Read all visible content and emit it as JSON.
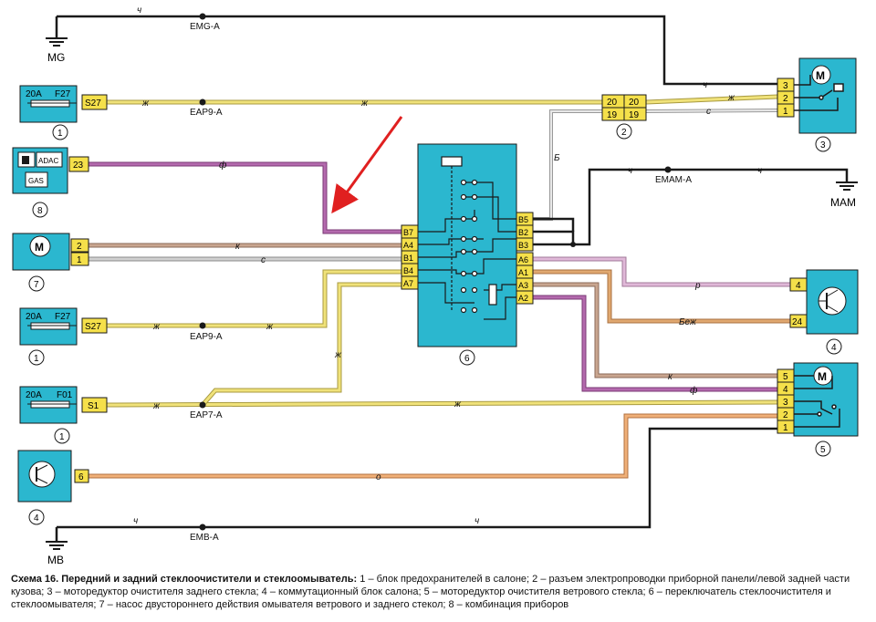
{
  "ground_labels": {
    "mg": "MG",
    "mam": "MAM",
    "mb": "MB"
  },
  "splice_labels": {
    "emg": "EMG-A",
    "eap9_top": "EAP9-A",
    "emam": "EMAM-A",
    "eap9_mid": "EAP9-A",
    "eap7": "EAP7-A",
    "emb": "EMB-A"
  },
  "wire_letters": {
    "ch": "ч",
    "zh": "ж",
    "f": "ф",
    "k": "к",
    "s": "с",
    "b": "Б",
    "r": "р",
    "bezh": "Беж",
    "o": "о"
  },
  "fuse_top": {
    "rating": "20A",
    "name": "F27",
    "pin": "S27",
    "number": "1"
  },
  "fuse_mid": {
    "rating": "20A",
    "name": "F27",
    "pin": "S27",
    "number": "1"
  },
  "fuse_low": {
    "rating": "20A",
    "name": "F01",
    "pin": "S1",
    "number": "1"
  },
  "dashboard": {
    "adac": "ADAC",
    "gas": "GAS",
    "pin": "23",
    "number": "8"
  },
  "pump": {
    "motor": "M",
    "pins": [
      "2",
      "1"
    ],
    "number": "7"
  },
  "connector": {
    "pins_left": [
      "20",
      "19"
    ],
    "pins_right": [
      "20",
      "19"
    ],
    "number": "2"
  },
  "rear_motor": {
    "motor": "M",
    "pins": [
      "3",
      "2",
      "1"
    ],
    "number": "3"
  },
  "switch": {
    "pins_left": [
      "B7",
      "A4",
      "B1",
      "B4",
      "A7"
    ],
    "pins_right": [
      "B5",
      "B2",
      "B3",
      "A6",
      "A1",
      "A3",
      "A2"
    ],
    "number": "6"
  },
  "relay_block": {
    "pins": [
      "4",
      "24"
    ],
    "number": "4"
  },
  "front_motor": {
    "motor": "M",
    "pins": [
      "5",
      "4",
      "3",
      "2",
      "1"
    ],
    "number": "5"
  },
  "relay_block_low": {
    "pin": "6",
    "number": "4"
  },
  "wire_colors": {
    "black": "#1a1a1a",
    "yellow": "#f0e27a",
    "violet": "#a0559a",
    "brown": "#b8907a",
    "gray": "#b0b0b0",
    "white": "#c8c8c8",
    "pink": "#d8a8cc",
    "beige": "#d9a06a",
    "orange": "#e8a060",
    "component_fill": "#2bb7cf",
    "pin_fill": "#f5e04a",
    "arrow": "#e02020"
  },
  "caption": {
    "title": "Схема 16. Передний и задний стеклоочистители и стеклоомыватель:",
    "text": " 1 – блок предохранителей в салоне; 2 – разъем электропроводки приборной панели/левой задней части кузова; 3 – моторедуктор очистителя заднего стекла; 4 – коммутационный блок салона; 5 – моторедуктор очистителя ветрового стекла; 6 – переключатель стеклоочистителя и стеклоомывателя; 7 – насос двустороннего действия омывателя ветрового и заднего стекол; 8 – комбинация приборов"
  }
}
